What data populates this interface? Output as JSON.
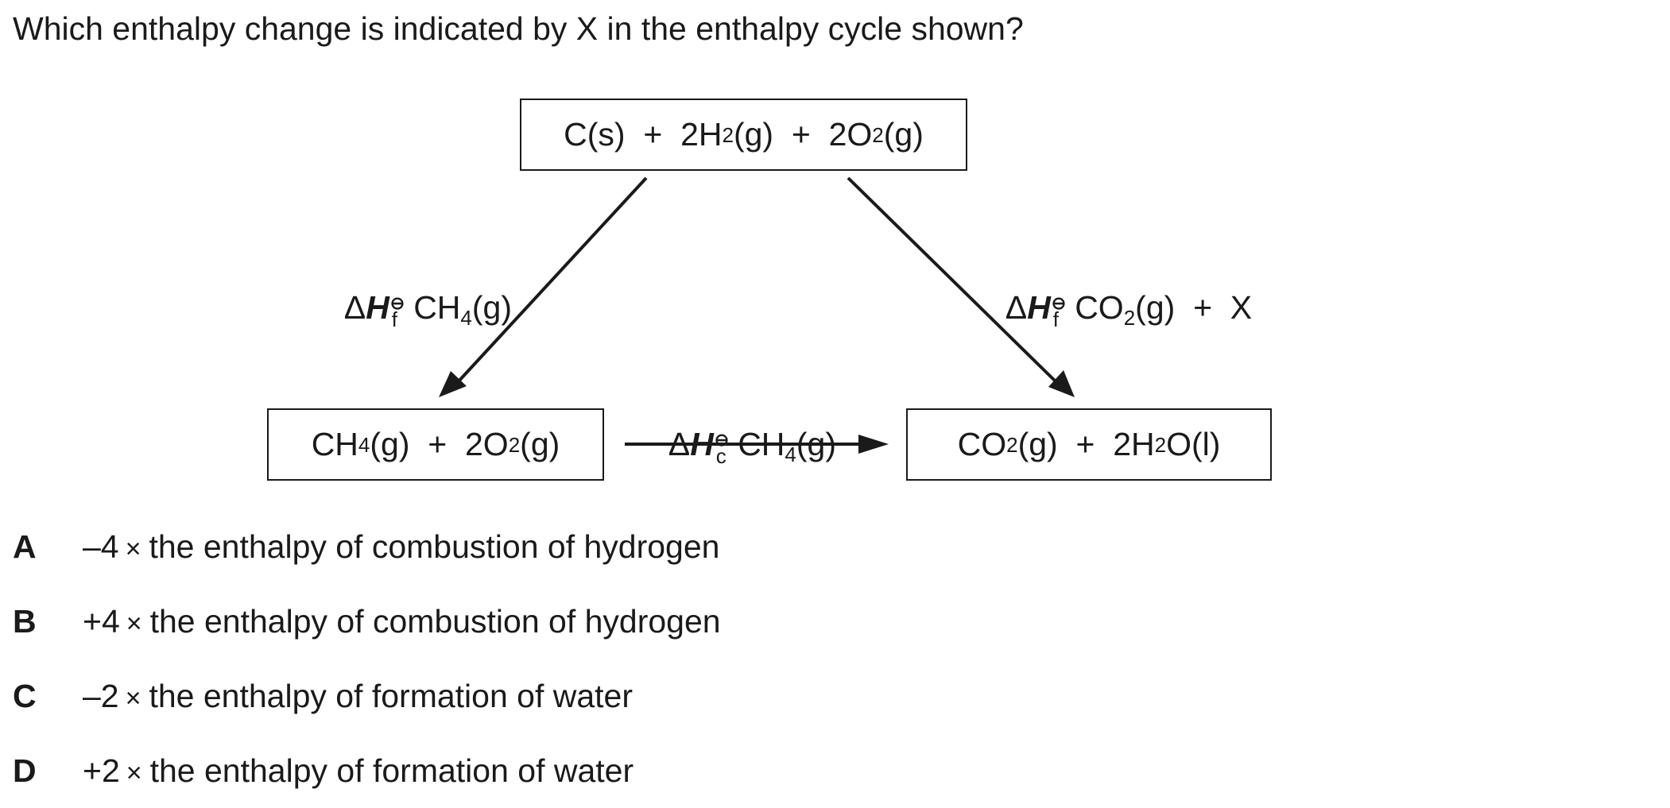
{
  "question": "Which enthalpy change is indicated by X in the enthalpy cycle shown?",
  "diagram": {
    "top_box": {
      "parts": [
        "C(s)  +  2H",
        "2",
        "(g)  +  2O",
        "2",
        "(g)"
      ]
    },
    "left_box": {
      "parts": [
        "CH",
        "4",
        "(g)  +  2O",
        "2",
        "(g)"
      ]
    },
    "right_box": {
      "parts": [
        "CO",
        "2",
        "(g)  +  2H",
        "2",
        "O(l)"
      ]
    },
    "left_arrow_label": {
      "delta": "Δ",
      "H": "H",
      "standard_symbol": "⊖",
      "subscript": "f",
      "parts": [
        " CH",
        "4",
        "(g)"
      ]
    },
    "right_arrow_label": {
      "delta": "Δ",
      "H": "H",
      "standard_symbol": "⊖",
      "subscript": "f",
      "parts": [
        " CO",
        "2",
        "(g)  +  X"
      ]
    },
    "bottom_arrow_label": {
      "delta": "Δ",
      "H": "H",
      "standard_symbol": "⊖",
      "subscript": "c",
      "parts": [
        " CH",
        "4",
        "(g)"
      ]
    }
  },
  "options": [
    {
      "letter": "A",
      "sign": "–4",
      "times": "×",
      "text": "the enthalpy of combustion of hydrogen"
    },
    {
      "letter": "B",
      "sign": "+4",
      "times": "×",
      "text": "the enthalpy of combustion of hydrogen"
    },
    {
      "letter": "C",
      "sign": "–2",
      "times": "×",
      "text": "the enthalpy of formation of water"
    },
    {
      "letter": "D",
      "sign": "+2",
      "times": "×",
      "text": "the enthalpy of formation of water"
    }
  ]
}
